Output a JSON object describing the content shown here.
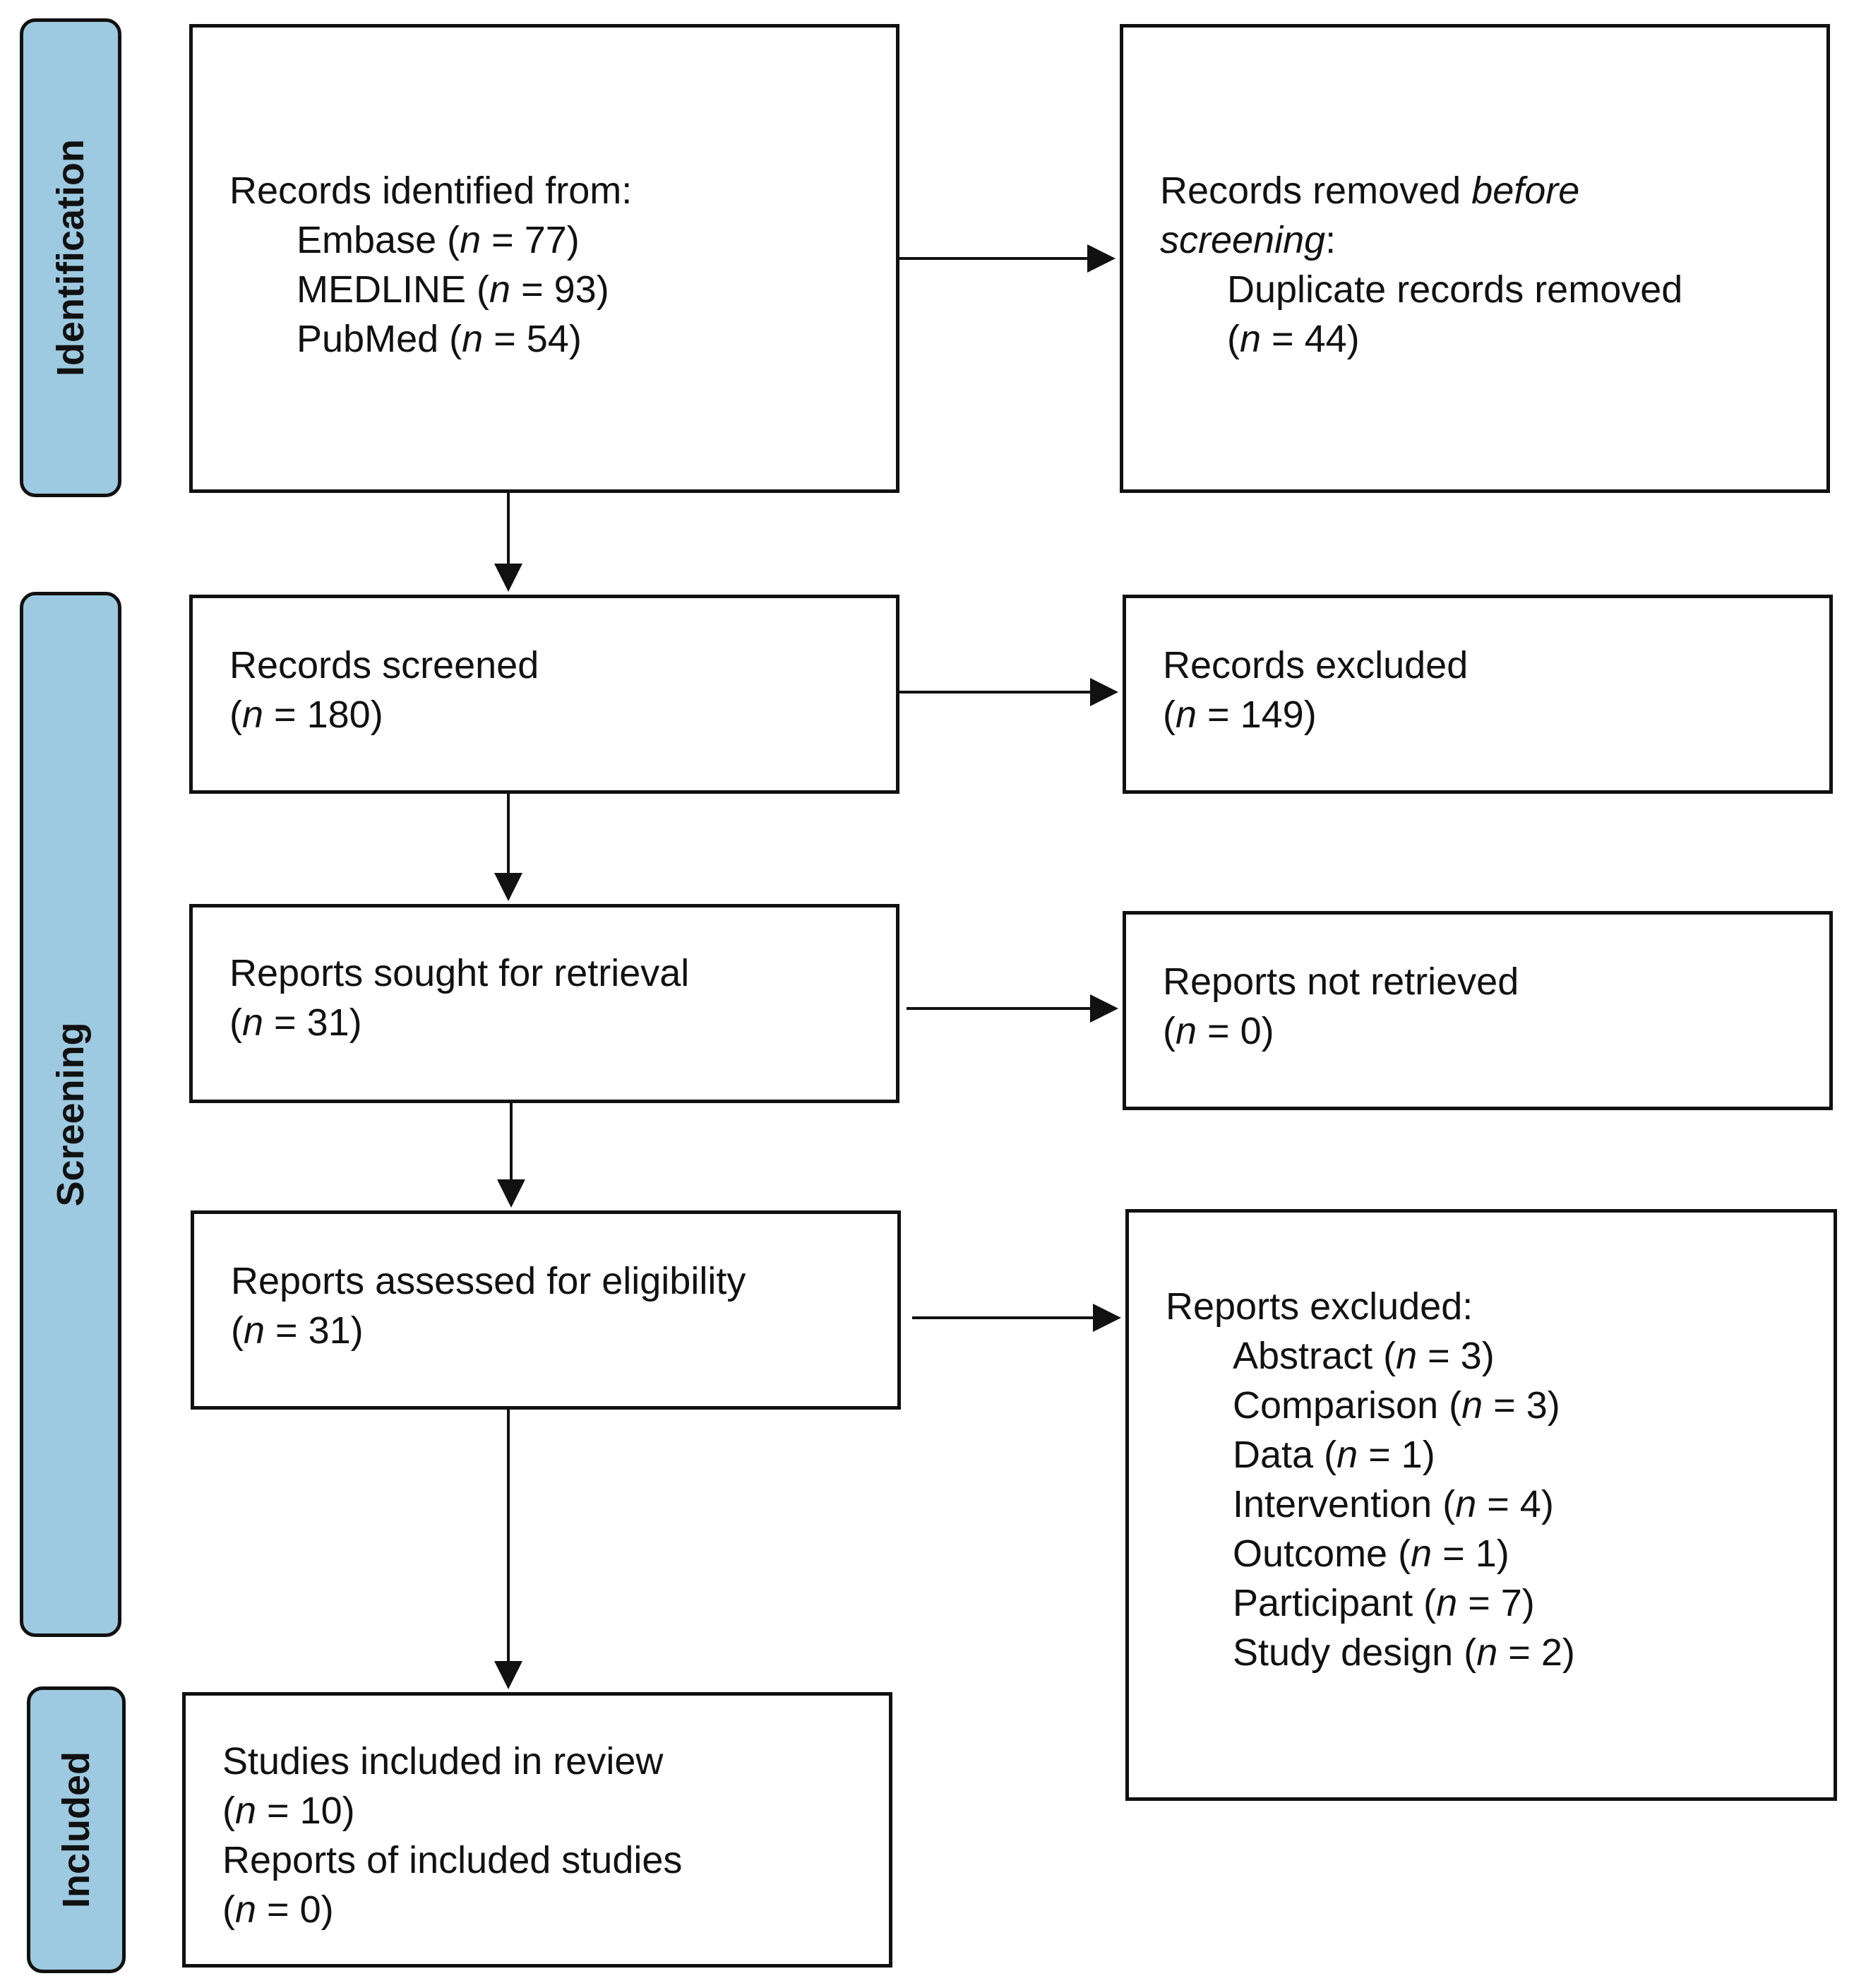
{
  "phases": {
    "identification": "Identification",
    "screening": "Screening",
    "included": "Included"
  },
  "identified": {
    "heading": "Records identified from:",
    "sources": [
      {
        "name": "Embase",
        "n": "77"
      },
      {
        "name": "MEDLINE",
        "n": "93"
      },
      {
        "name": "PubMed",
        "n": "54"
      }
    ]
  },
  "removed": {
    "heading_prefix": "Records removed ",
    "heading_italic_1": "before",
    "heading_italic_2": "screening",
    "heading_suffix": ":",
    "item": "Duplicate records removed",
    "n": "44"
  },
  "screened": {
    "label": "Records screened",
    "n": "180"
  },
  "excluded": {
    "label": "Records excluded",
    "n": "149"
  },
  "sought": {
    "label": "Reports sought for retrieval",
    "n": "31"
  },
  "not_retrieved": {
    "label": "Reports not retrieved",
    "n": "0"
  },
  "assessed": {
    "label": "Reports assessed for eligibility",
    "n": "31"
  },
  "reports_excluded": {
    "heading": "Reports excluded:",
    "reasons": [
      {
        "name": "Abstract",
        "n": "3"
      },
      {
        "name": "Comparison",
        "n": "3"
      },
      {
        "name": "Data",
        "n": "1"
      },
      {
        "name": "Intervention",
        "n": "4"
      },
      {
        "name": "Outcome",
        "n": "1"
      },
      {
        "name": "Participant",
        "n": "7"
      },
      {
        "name": "Study design",
        "n": "2"
      }
    ]
  },
  "included": {
    "studies_label": "Studies included in review",
    "studies_n": "10",
    "reports_label": "Reports of included studies",
    "reports_n": "0"
  },
  "n_symbol": "n",
  "colors": {
    "phase_fill": "#9ecae1",
    "stroke": "#111111"
  }
}
